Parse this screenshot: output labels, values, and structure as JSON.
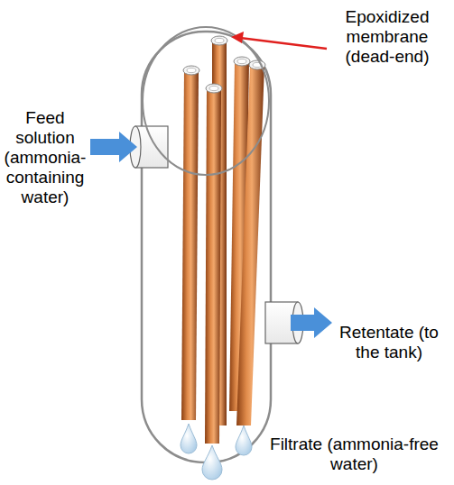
{
  "diagram": {
    "labels": [
      "Epoxidized membrane (dead-end)",
      "Feed solution (ammonia-containing water)",
      "Retentate (to the tank)",
      "Filtrate (ammonia-free water)"
    ]
  }
}
